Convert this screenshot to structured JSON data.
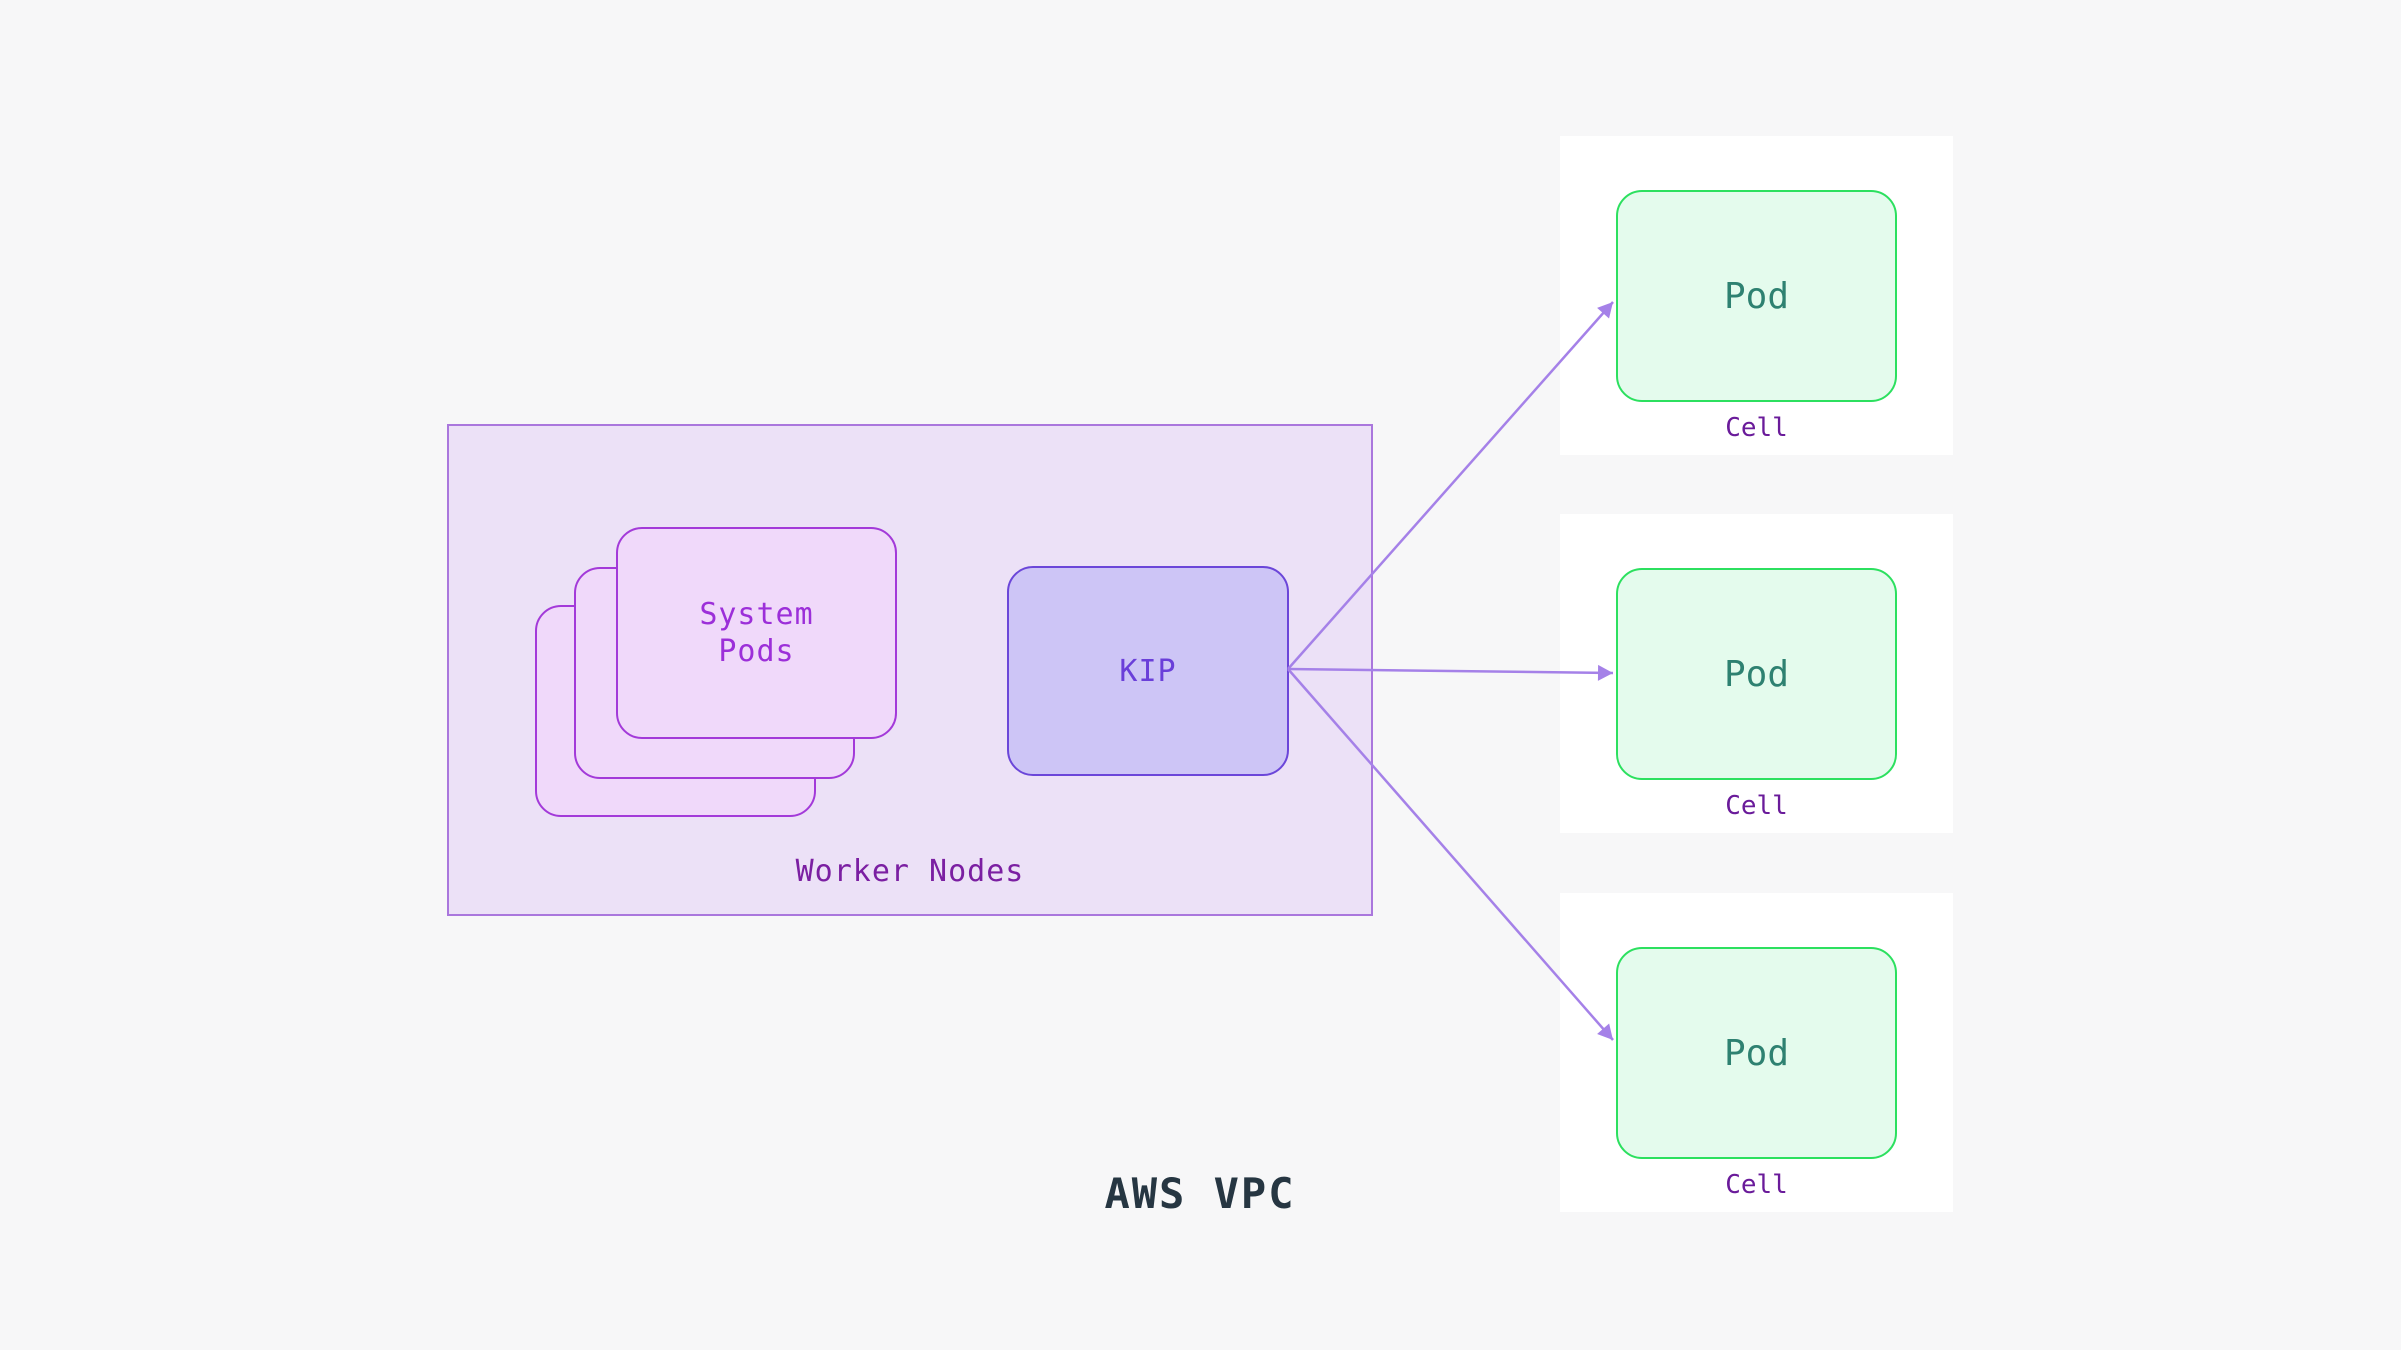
{
  "title": "AWS VPC",
  "worker_nodes": {
    "label": "Worker Nodes",
    "system_pods": {
      "lines": [
        "System",
        "Pods"
      ]
    },
    "kip": {
      "label": "KIP"
    }
  },
  "cells": [
    {
      "pod_label": "Pod",
      "cell_label": "Cell"
    },
    {
      "pod_label": "Pod",
      "cell_label": "Cell"
    },
    {
      "pod_label": "Pod",
      "cell_label": "Cell"
    }
  ],
  "colors": {
    "canvas_bg": "#f7f7f8",
    "cell_bg": "#ffffff",
    "worker_fill": "#ece1f7",
    "worker_border": "#aa77dd",
    "worker_label": "#7b1fa2",
    "pods_fill": "#f0d9fa",
    "pods_border": "#a33ad9",
    "pods_label": "#9c2fd9",
    "kip_fill": "#cdc5f6",
    "kip_border": "#6b46d9",
    "kip_label": "#6a3fd9",
    "pod_fill": "#e4fbed",
    "pod_border": "#2ce05f",
    "pod_label": "#2e8171",
    "cell_label": "#6a1b9a",
    "arrow": "#a581e8",
    "title": "#263642"
  }
}
